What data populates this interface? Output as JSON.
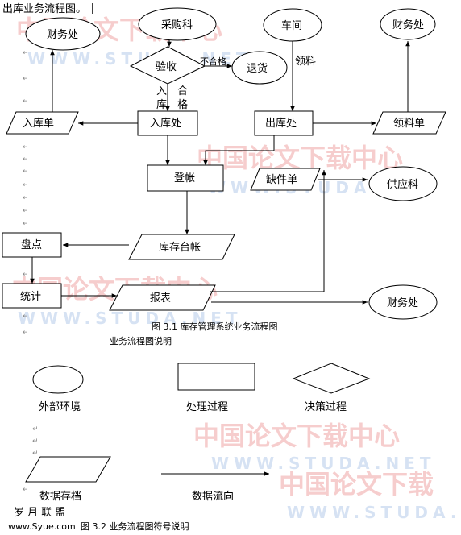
{
  "top_text": "出库业务流程图。",
  "nodes": {
    "finance_top": "财务处",
    "purchasing": "采购科",
    "workshop": "车间",
    "finance_right": "财务处",
    "inspection": "验收",
    "unqualified": "不合格",
    "return_goods": "退货",
    "picking_label": "领料",
    "inbound_char_1": "入",
    "inbound_char_2": "库",
    "qualified_char_1": "合",
    "qualified_char_2": "格",
    "inbound_form": "入库单",
    "inbound_dept": "入库处",
    "outbound_dept": "出库处",
    "picking_form": "领料单",
    "register": "登帐",
    "shortage_form": "缺件单",
    "supplier": "供应科",
    "inventory_check": "盘点",
    "inventory_ledger": "库存台帐",
    "statistics": "统计",
    "report": "报表",
    "finance_bottom": "财务处"
  },
  "caption1": "图 3.1 库存管理系统业务流程图",
  "legend": {
    "title": "业务流程图说明",
    "external": "外部环境",
    "process": "处理过程",
    "decision": "决策过程",
    "data_store": "数据存档",
    "data_flow": "数据流向"
  },
  "caption2": "图 3.2 业务流程图符号说明",
  "site": {
    "name": "岁 月 联 盟",
    "url": "www.Syue.com"
  },
  "watermarks": {
    "cn": "中国论文下载中心",
    "en": "WWW.STUDA.NET",
    "cn_short": "中国论文下载",
    "en_short": "WWW.STUDA."
  }
}
